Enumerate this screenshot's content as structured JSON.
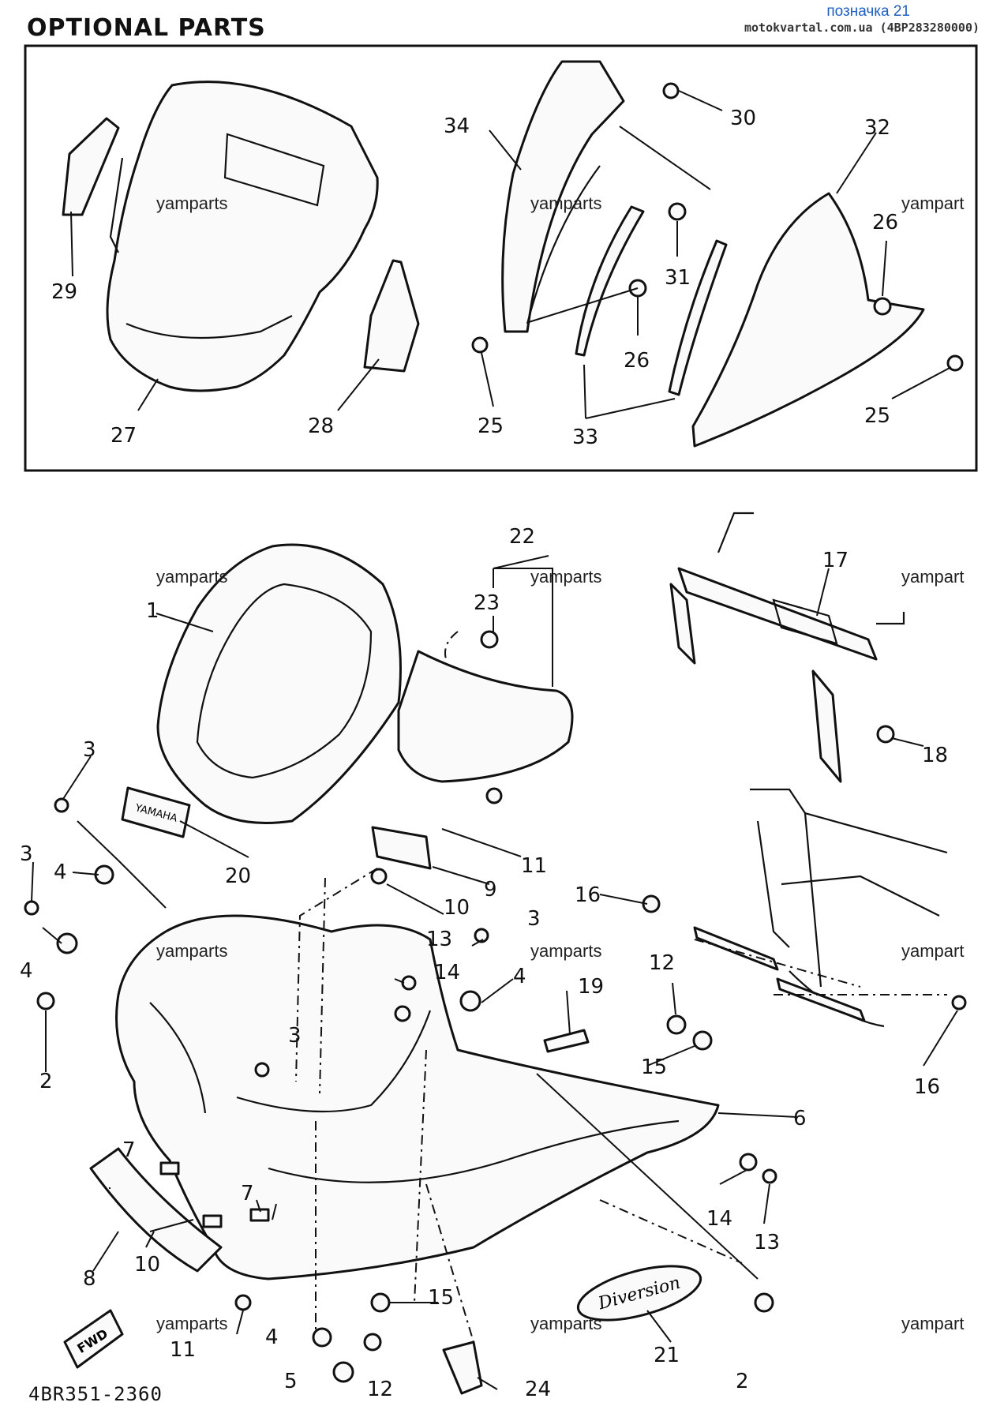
{
  "header": {
    "title": "OPTIONAL PARTS",
    "link": "позначка 21",
    "site": "motokvartal.com.ua (4BP283280000)"
  },
  "catalog_code": "4BR351-2360",
  "watermark": "yamparts",
  "watermark_cut": "yampart",
  "callouts": {
    "c1": "1",
    "c2a": "2",
    "c2b": "2",
    "c3a": "3",
    "c3b": "3",
    "c3c": "3",
    "c3d": "3",
    "c4a": "4",
    "c4b": "4",
    "c4c": "4",
    "c4d": "4",
    "c5": "5",
    "c6": "6",
    "c7a": "7",
    "c7b": "7",
    "c8": "8",
    "c9": "9",
    "c10a": "10",
    "c10b": "10",
    "c11a": "11",
    "c11b": "11",
    "c12a": "12",
    "c12b": "12",
    "c13a": "13",
    "c13b": "13",
    "c14a": "14",
    "c14b": "14",
    "c15a": "15",
    "c15b": "15",
    "c16a": "16",
    "c16b": "16",
    "c17": "17",
    "c18": "18",
    "c19": "19",
    "c20": "20",
    "c21": "21",
    "c22": "22",
    "c23": "23",
    "c24": "24",
    "c25a": "25",
    "c25b": "25",
    "c26a": "26",
    "c26b": "26",
    "c27": "27",
    "c28": "28",
    "c29": "29",
    "c30": "30",
    "c31": "31",
    "c32": "32",
    "c33": "33",
    "c34": "34"
  },
  "decals": {
    "fwd": "FWD",
    "diversion": "Diversion",
    "yamaha": "YAMAHA"
  }
}
